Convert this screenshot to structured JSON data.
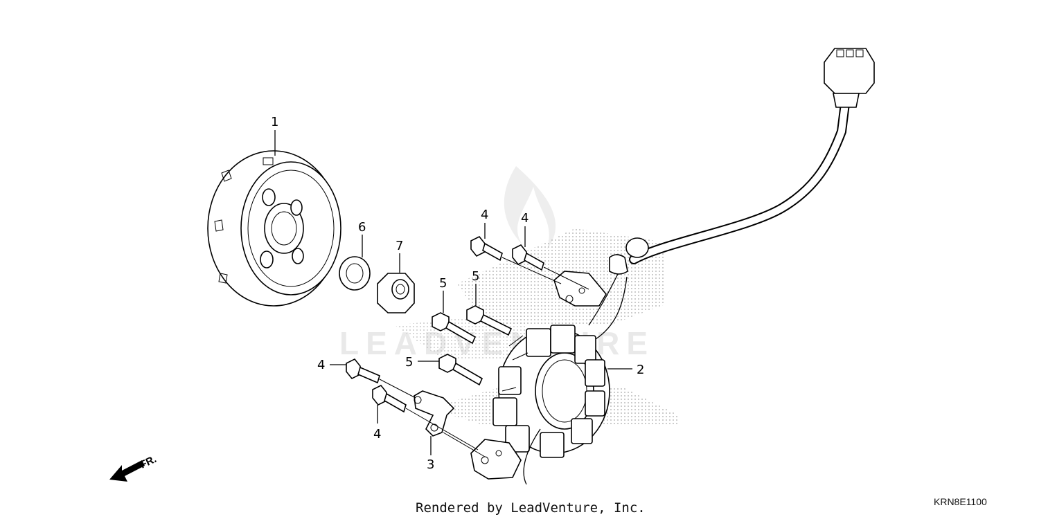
{
  "callouts": [
    {
      "id": "c1",
      "label": "1"
    },
    {
      "id": "c2",
      "label": "2"
    },
    {
      "id": "c3",
      "label": "3"
    },
    {
      "id": "c4a",
      "label": "4"
    },
    {
      "id": "c4b",
      "label": "4"
    },
    {
      "id": "c4c",
      "label": "4"
    },
    {
      "id": "c4d",
      "label": "4"
    },
    {
      "id": "c5a",
      "label": "5"
    },
    {
      "id": "c5b",
      "label": "5"
    },
    {
      "id": "c5c",
      "label": "5"
    },
    {
      "id": "c6",
      "label": "6"
    },
    {
      "id": "c7",
      "label": "7"
    }
  ],
  "direction_label": "FR.",
  "watermark": "LEADVENTURE",
  "footer": {
    "credit": "Rendered by LeadVenture, Inc.",
    "diagram_code": "KRN8E1100"
  }
}
